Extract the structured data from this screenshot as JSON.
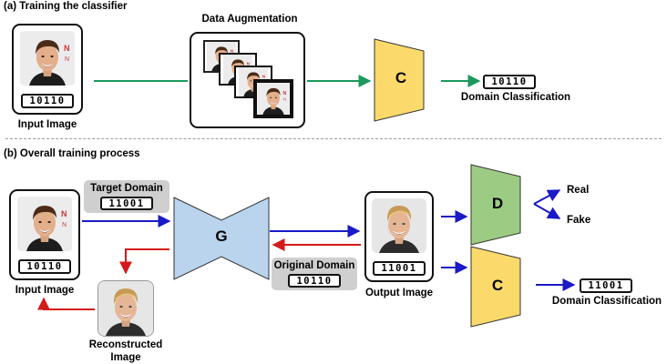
{
  "section_a": {
    "title": "(a) Training the classifier",
    "input_image_label": "Input Image",
    "input_code": "10110",
    "augmentation_label": "Data Augmentation",
    "classifier_label": "C",
    "output_code": "10110",
    "domain_classification_label": "Domain Classification"
  },
  "section_b": {
    "title": "(b) Overall training process",
    "input_image_label": "Input Image",
    "input_code": "10110",
    "target_domain_label": "Target Domain",
    "target_domain_code": "11001",
    "generator_label": "G",
    "original_domain_label": "Original Domain",
    "original_domain_code": "10110",
    "output_image_label": "Output Image",
    "output_code": "11001",
    "reconstructed_label_line1": "Reconstructed",
    "reconstructed_label_line2": "Image",
    "discriminator_label": "D",
    "real_label": "Real",
    "fake_label": "Fake",
    "classifier_label": "C",
    "classification_code": "11001",
    "domain_classification_label": "Domain Classification"
  },
  "colors": {
    "green_arrow": "#1a9a5c",
    "blue_arrow": "#1a1ac8",
    "red_arrow": "#d41a1a",
    "classifier_fill": "#fbd96a",
    "generator_fill": "#b9d4ec",
    "discriminator_fill": "#9ccc84"
  },
  "icons": [
    "face-photo-dark-hair",
    "face-photo-blond-hair"
  ]
}
